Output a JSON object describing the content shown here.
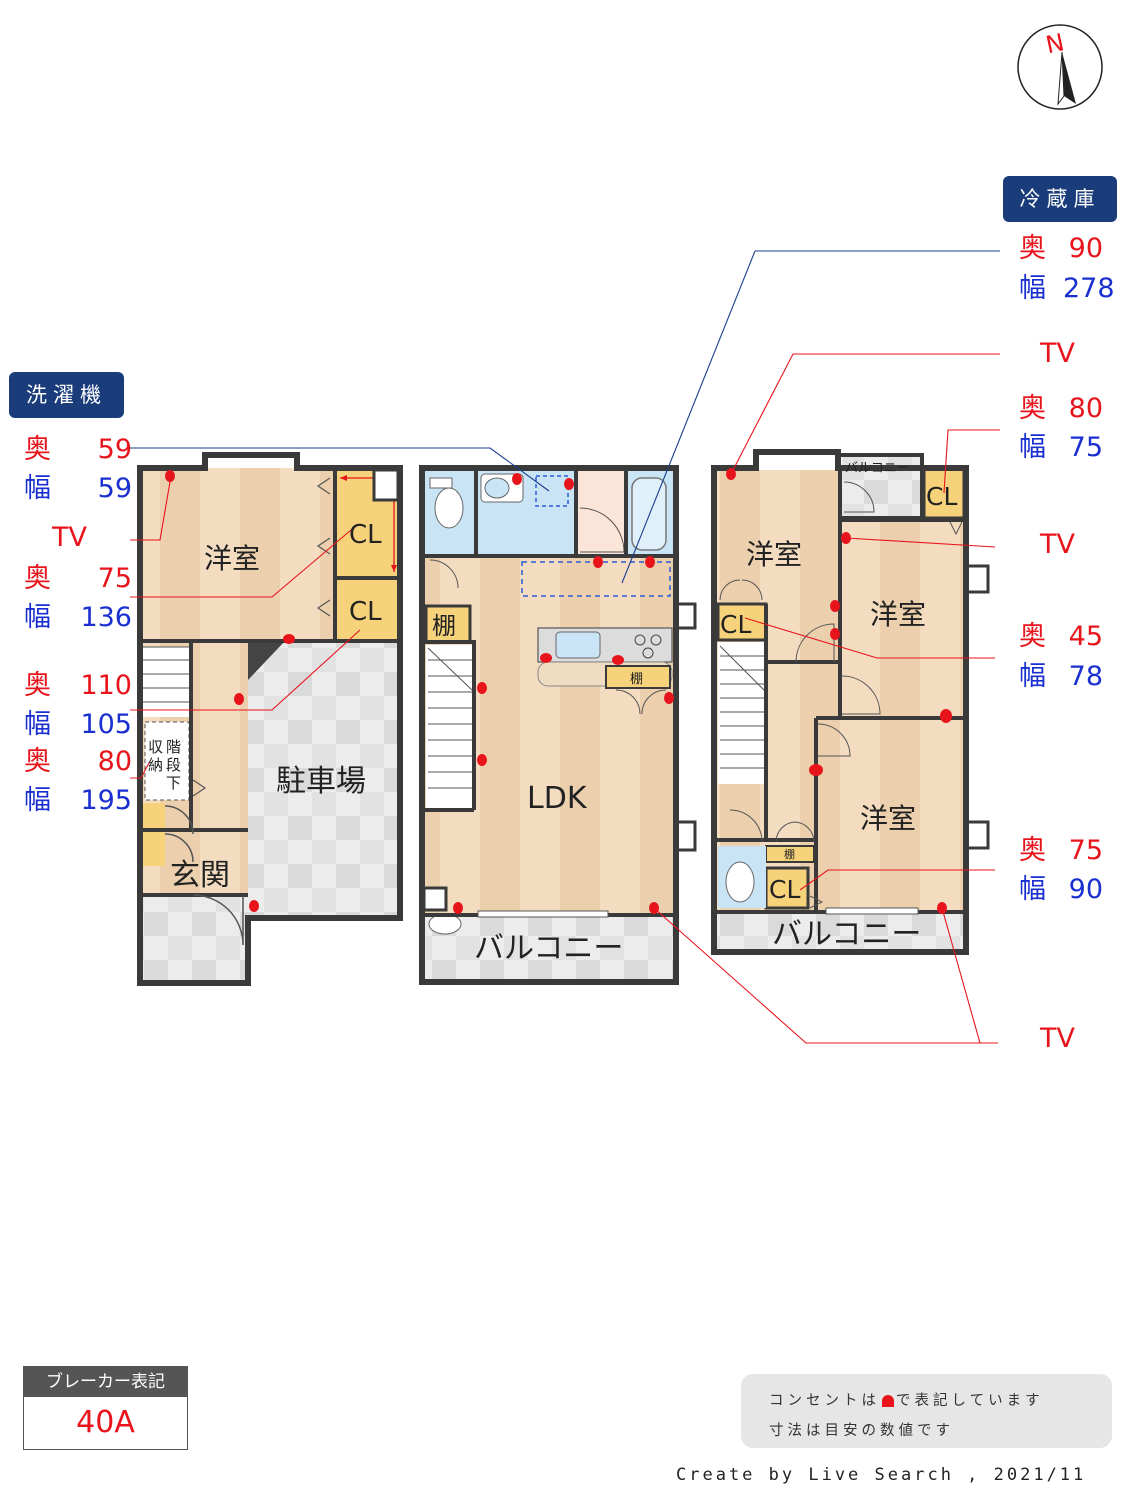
{
  "compass": {
    "label": "N"
  },
  "tags": {
    "fridge": "冷蔵庫",
    "washer": "洗濯機"
  },
  "left_annotations": [
    {
      "id": "washer-depth",
      "key": "奥",
      "val": "59",
      "color": "red"
    },
    {
      "id": "washer-width",
      "key": "幅",
      "val": "59",
      "color": "blue"
    },
    {
      "id": "tv-1-title",
      "key": "TV",
      "val": "",
      "color": "red"
    },
    {
      "id": "tv-1-depth",
      "key": "奥",
      "val": "75",
      "color": "red"
    },
    {
      "id": "tv-1-width",
      "key": "幅",
      "val": "136",
      "color": "blue"
    },
    {
      "id": "cl-1-depth",
      "key": "奥",
      "val": "110",
      "color": "red"
    },
    {
      "id": "cl-1-width",
      "key": "幅",
      "val": "105",
      "color": "blue"
    },
    {
      "id": "cl-2-depth",
      "key": "奥",
      "val": "80",
      "color": "red"
    },
    {
      "id": "cl-2-width",
      "key": "幅",
      "val": "195",
      "color": "blue"
    }
  ],
  "right_annotations": [
    {
      "id": "fridge-depth",
      "key": "奥",
      "val": "90",
      "color": "red"
    },
    {
      "id": "fridge-width",
      "key": "幅",
      "val": "278",
      "color": "blue"
    },
    {
      "id": "tv-2-title",
      "key": "TV",
      "val": "",
      "color": "red"
    },
    {
      "id": "cl-3-depth",
      "key": "奥",
      "val": "80",
      "color": "red"
    },
    {
      "id": "cl-3-width",
      "key": "幅",
      "val": "75",
      "color": "blue"
    },
    {
      "id": "tv-3-title",
      "key": "TV",
      "val": "",
      "color": "red"
    },
    {
      "id": "cl-4-depth",
      "key": "奥",
      "val": "45",
      "color": "red"
    },
    {
      "id": "cl-4-width",
      "key": "幅",
      "val": "78",
      "color": "blue"
    },
    {
      "id": "cl-5-depth",
      "key": "奥",
      "val": "75",
      "color": "red"
    },
    {
      "id": "cl-5-width",
      "key": "幅",
      "val": "90",
      "color": "blue"
    },
    {
      "id": "tv-4-title",
      "key": "TV",
      "val": "",
      "color": "red"
    }
  ],
  "rooms": {
    "f1_western": "洋室",
    "cl": "CL",
    "parking": "駐車場",
    "entrance": "玄関",
    "under_stairs": [
      "階",
      "収",
      "段",
      "納",
      "下"
    ],
    "f2_shelf": "棚",
    "f2_small_shelf": "棚",
    "ldk": "LDK",
    "balcony": "バルコニー",
    "f3_western": "洋室",
    "f3_balcony_small": "バルコニー",
    "f3_small_shelf": "棚"
  },
  "breaker": {
    "header": "ブレーカー表記",
    "value": "40A"
  },
  "note": {
    "line1_a": "コンセントは",
    "line1_b": "で表記しています",
    "line2": "寸法は目安の数値です"
  },
  "credit": "Create by Live Search , 2021/11",
  "colors": {
    "wall": "#3a3a3a",
    "floor": "#f3dcc0",
    "floor_stripe": "#eacda9",
    "cl": "#f6d27a",
    "wet": "#c9e4f5",
    "tile": "#dcdcdc",
    "outlet": "#e8141c",
    "tag": "#1b3c7a"
  }
}
